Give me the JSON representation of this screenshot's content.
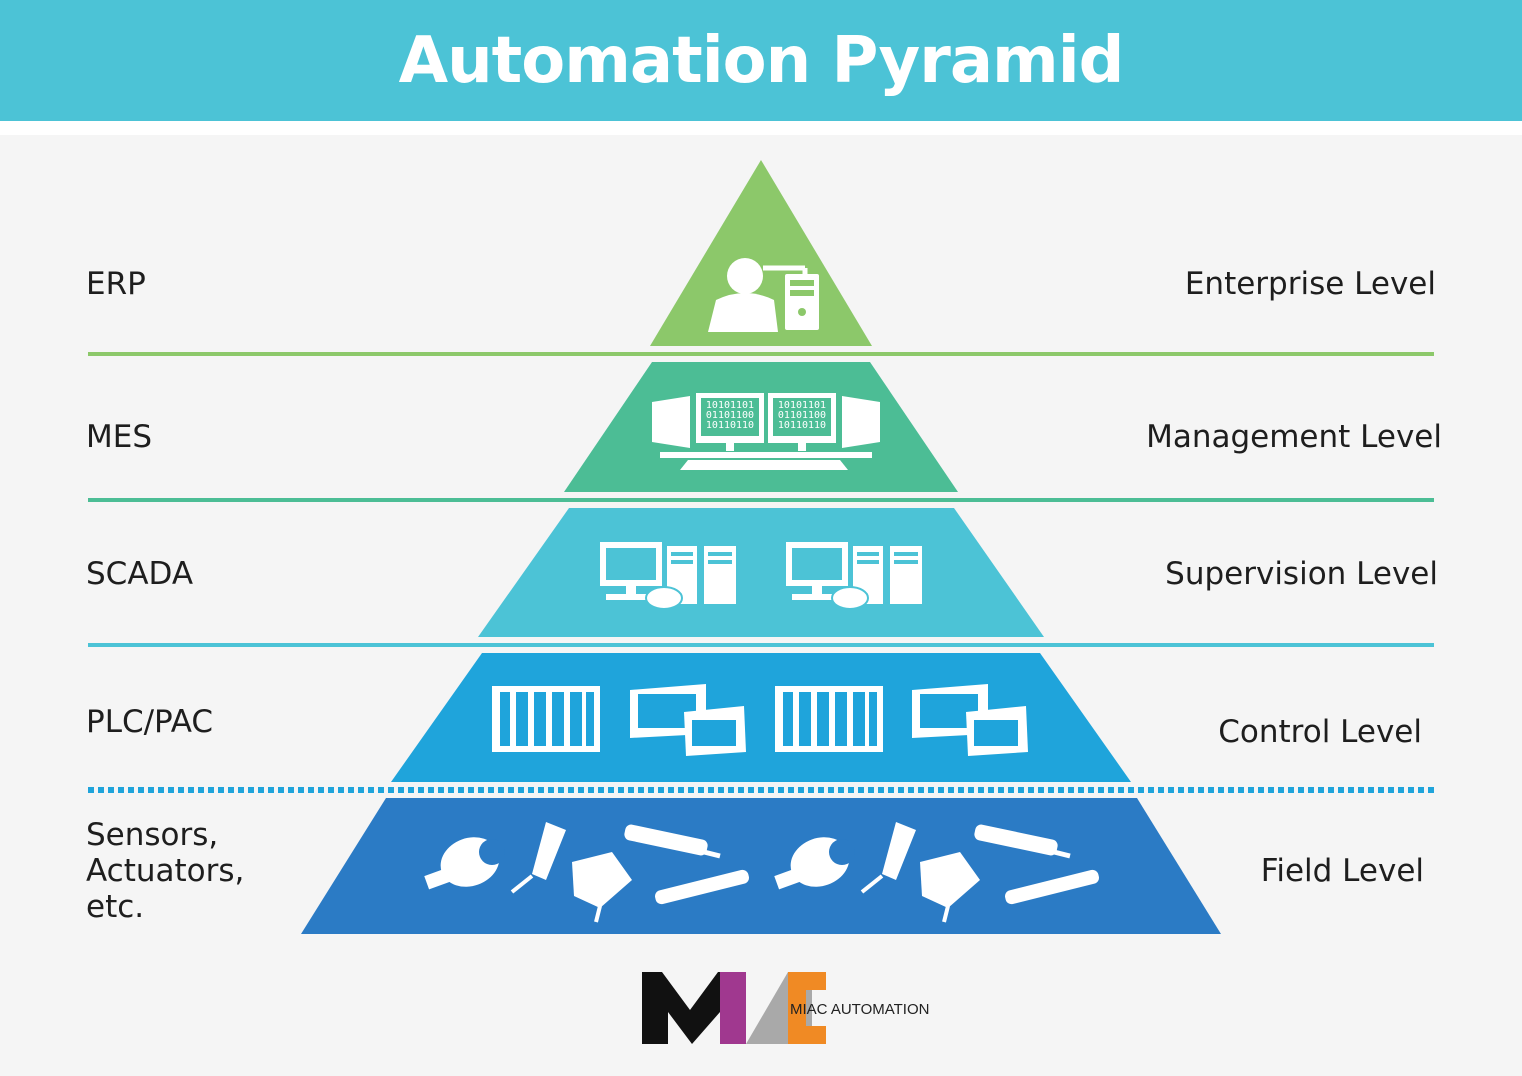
{
  "title": "Automation Pyramid",
  "levels": [
    {
      "system": "ERP",
      "level": "Enterprise Level",
      "color": "#8cc86a",
      "icon": "user-computer-icon"
    },
    {
      "system": "MES",
      "level": "Management Level",
      "color": "#4cbd95",
      "icon": "workstation-monitors-icon"
    },
    {
      "system": "SCADA",
      "level": "Supervision Level",
      "color": "#4cc3d6",
      "icon": "computer-server-icon"
    },
    {
      "system": "PLC/PAC",
      "level": "Control Level",
      "color": "#1fa4db",
      "icon": "plc-hmi-icon"
    },
    {
      "system": "Sensors,\nActuators,\netc.",
      "level": "Field Level",
      "color": "#2b7bc5",
      "icon": "sensors-actuators-icon"
    }
  ],
  "binary_text": [
    "10101101",
    "01101100",
    "10110110"
  ],
  "logo": {
    "text": "MIAC AUTOMATION",
    "colors": [
      "#111111",
      "#a0388f",
      "#a9a9a9",
      "#f08a24"
    ]
  }
}
